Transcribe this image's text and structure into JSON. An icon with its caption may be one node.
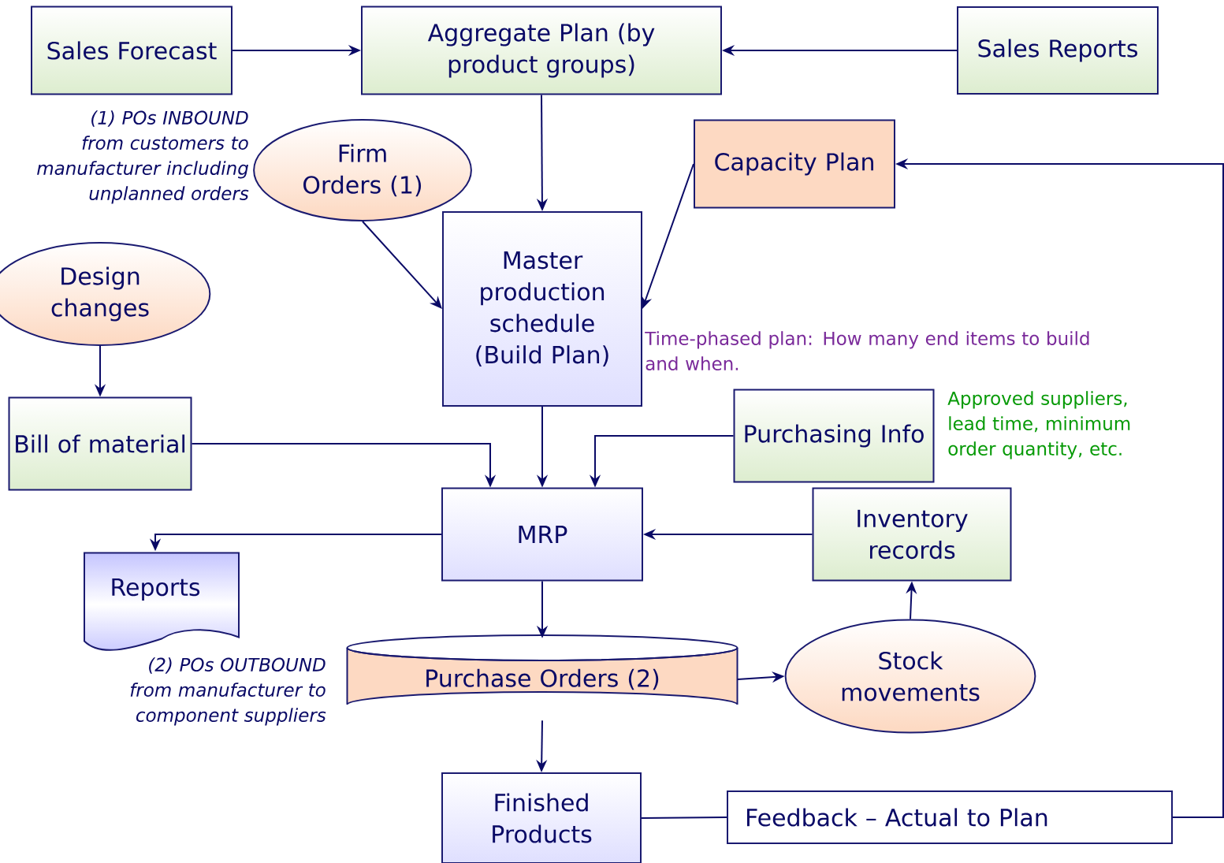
{
  "diagram": {
    "nodes": [
      {
        "text": [
          "Sales Forecast"
        ]
      },
      {
        "text": [
          "Aggregate Plan (by product groups)"
        ]
      },
      {
        "text": [
          "Sales Reports"
        ]
      },
      {
        "text": [
          "Firm Orders (1)"
        ],
        "beside": [
          "(1) POs INBOUND from customers to manufacturer including unplanned orders"
        ]
      },
      {
        "text": [
          "Capacity Plan"
        ]
      },
      {
        "text": [
          "Design changes"
        ]
      },
      {
        "text": [
          "Master production schedule (Build Plan)"
        ],
        "beside": [
          "Time-phased plan: How many end items to build and when."
        ]
      },
      {
        "text": [
          "Bill of material"
        ]
      },
      {
        "text": [
          "Purchasing Info"
        ],
        "beside": [
          "Approved suppliers, lead time, minimum order quantity, etc."
        ]
      },
      {
        "text": [
          "MRP"
        ]
      },
      {
        "text": [
          "Inventory records"
        ]
      },
      {
        "text": [
          "Reports"
        ]
      },
      {
        "text": [
          "Purchase Orders (2)"
        ]
      },
      {
        "text": [
          "Stock movements"
        ]
      },
      {
        "text": [
          "Finished Products"
        ]
      },
      {
        "text": [
          "Feedback – Actual to Plan"
        ]
      }
    ],
    "edges": [
      {
        "from": 0,
        "to": 1,
        "arrow": "to"
      },
      {
        "from": 2,
        "to": 1,
        "arrow": "to"
      },
      {
        "from": 1,
        "to": 6,
        "arrow": "to"
      },
      {
        "from": 3,
        "to": 6,
        "arrow": "to"
      },
      {
        "from": 4,
        "to": 6,
        "arrow": "to"
      },
      {
        "from": 5,
        "to": 7,
        "arrow": "to"
      },
      {
        "from": 7,
        "to": 9,
        "arrow": "to"
      },
      {
        "from": 6,
        "to": 9,
        "arrow": "to"
      },
      {
        "from": 8,
        "to": 9,
        "arrow": "to"
      },
      {
        "from": 10,
        "to": 9,
        "arrow": "to"
      },
      {
        "from": 9,
        "to": 11,
        "arrow": "to"
      },
      {
        "from": 9,
        "to": 12,
        "arrow": "to"
      },
      {
        "from": 12,
        "to": 13,
        "arrow": "to"
      },
      {
        "from": 13,
        "to": 10,
        "arrow": "to"
      },
      {
        "from": 12,
        "to": 14,
        "arrow": "to"
      },
      {
        "from": 14,
        "to": 15,
        "arrow": "none"
      },
      {
        "from": 15,
        "to": 4,
        "arrow": "to"
      }
    ],
    "labels": [
      "(2) POs OUTBOUND from manufacturer to component suppliers"
    ]
  }
}
